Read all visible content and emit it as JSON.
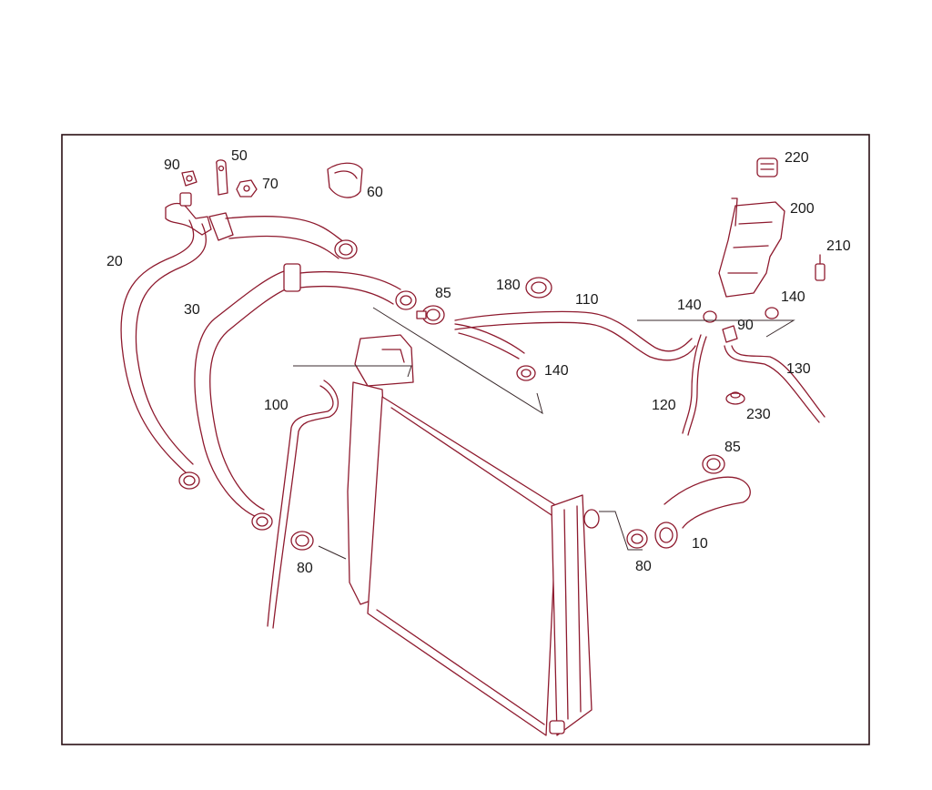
{
  "colors": {
    "part_stroke": "#8e1a2e",
    "frame": "#2a0f14",
    "label": "#1a1a1a",
    "background": "#ffffff"
  },
  "labels": {
    "p90a": "90",
    "p50": "50",
    "p70": "70",
    "p60": "60",
    "p220": "220",
    "p200": "200",
    "p210": "210",
    "p20": "20",
    "p30": "30",
    "p85a": "85",
    "p180": "180",
    "p110": "110",
    "p140a": "140",
    "p140b": "140",
    "p140c": "140",
    "p90b": "90",
    "p130": "130",
    "p100": "100",
    "p120": "120",
    "p230": "230",
    "p85b": "85",
    "p10": "10",
    "p80a": "80",
    "p80b": "80"
  }
}
